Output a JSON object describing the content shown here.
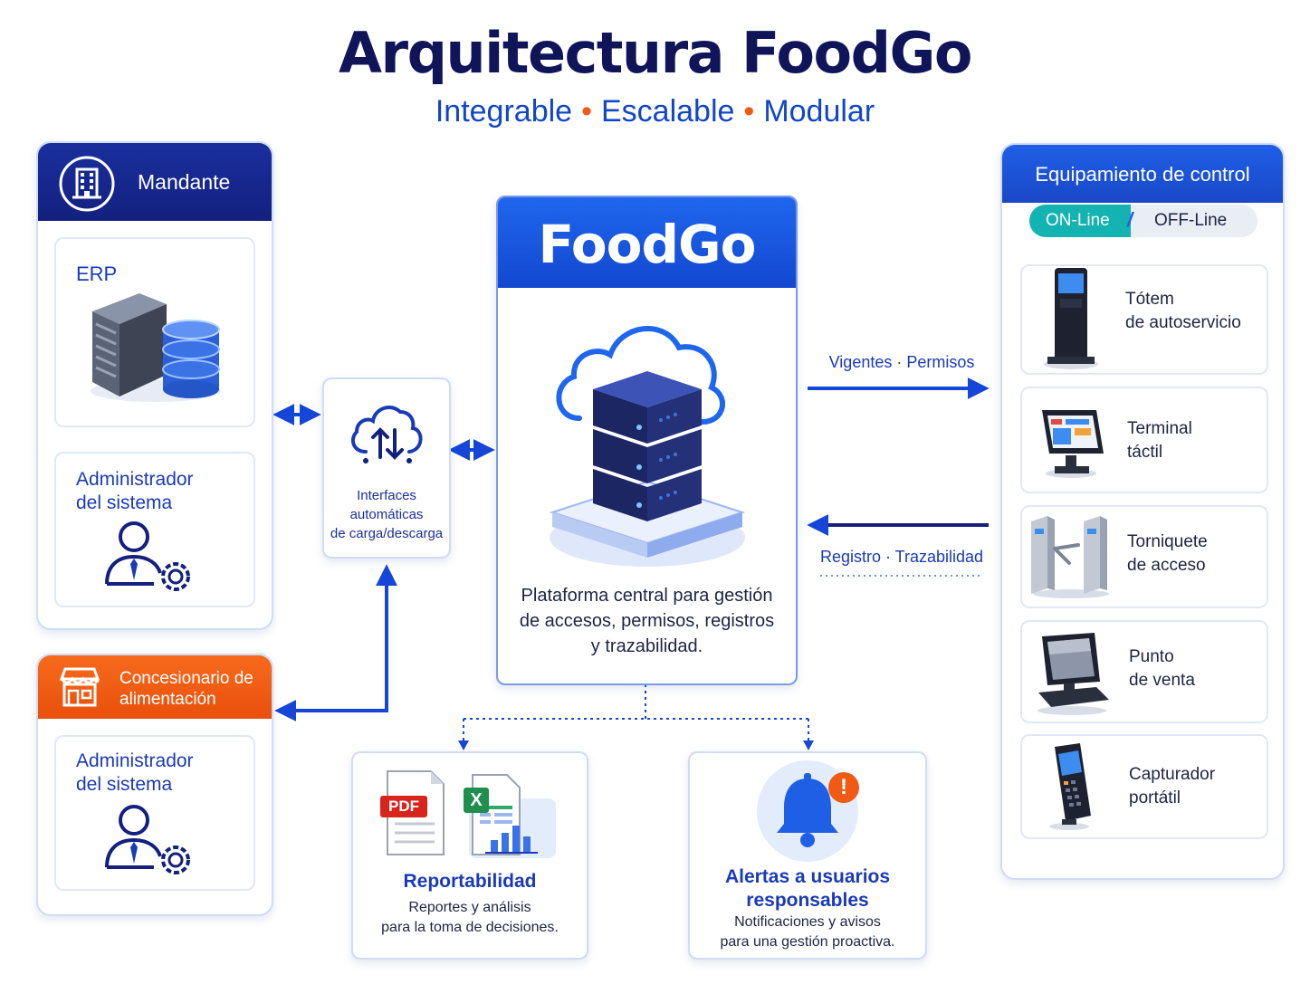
{
  "header": {
    "title": "Arquitectura FoodGo",
    "subtitle_parts": [
      "Integrable",
      "Escalable",
      "Modular"
    ]
  },
  "mandante": {
    "title": "Mandante",
    "erp_label": "ERP",
    "admin_line1": "Administrador",
    "admin_line2": "del sistema"
  },
  "concesionario": {
    "title_line1": "Concesionario de",
    "title_line2": "alimentación",
    "admin_line1": "Administrador",
    "admin_line2": "del sistema"
  },
  "interfaces": {
    "line1": "Interfaces",
    "line2": "automáticas",
    "line3": "de carga/descarga"
  },
  "foodgo": {
    "title": "FoodGo",
    "desc_line1": "Plataforma central para gestión",
    "desc_line2": "de accesos, permisos, registros",
    "desc_line3": "y trazabilidad."
  },
  "flows": {
    "outbound": "Vigentes · Permisos",
    "inbound": "Registro · Trazabilidad"
  },
  "equipamiento": {
    "title": "Equipamiento de control",
    "online": "ON-Line",
    "offline": "OFF-Line",
    "items": [
      {
        "line1": "Tótem",
        "line2": "de autoservicio",
        "icon": "kiosk-icon"
      },
      {
        "line1": "Terminal",
        "line2": "táctil",
        "icon": "touch-terminal-icon"
      },
      {
        "line1": "Torniquete",
        "line2": "de acceso",
        "icon": "turnstile-icon"
      },
      {
        "line1": "Punto",
        "line2": "de venta",
        "icon": "pos-icon"
      },
      {
        "line1": "Capturador",
        "line2": "portátil",
        "icon": "handheld-scanner-icon"
      }
    ]
  },
  "reportabilidad": {
    "title": "Reportabilidad",
    "line1": "Reportes y análisis",
    "line2": "para la toma de decisiones.",
    "pdf_badge": "PDF",
    "excel_badge": "X"
  },
  "alertas": {
    "title_line1": "Alertas a usuarios",
    "title_line2": "responsables",
    "line1": "Notificaciones y avisos",
    "line2": "para una gestión proactiva.",
    "badge": "!"
  },
  "colors": {
    "navy": "#13207e",
    "blue": "#1a3ab8",
    "orange": "#f05a14",
    "teal": "#12b3b0"
  }
}
